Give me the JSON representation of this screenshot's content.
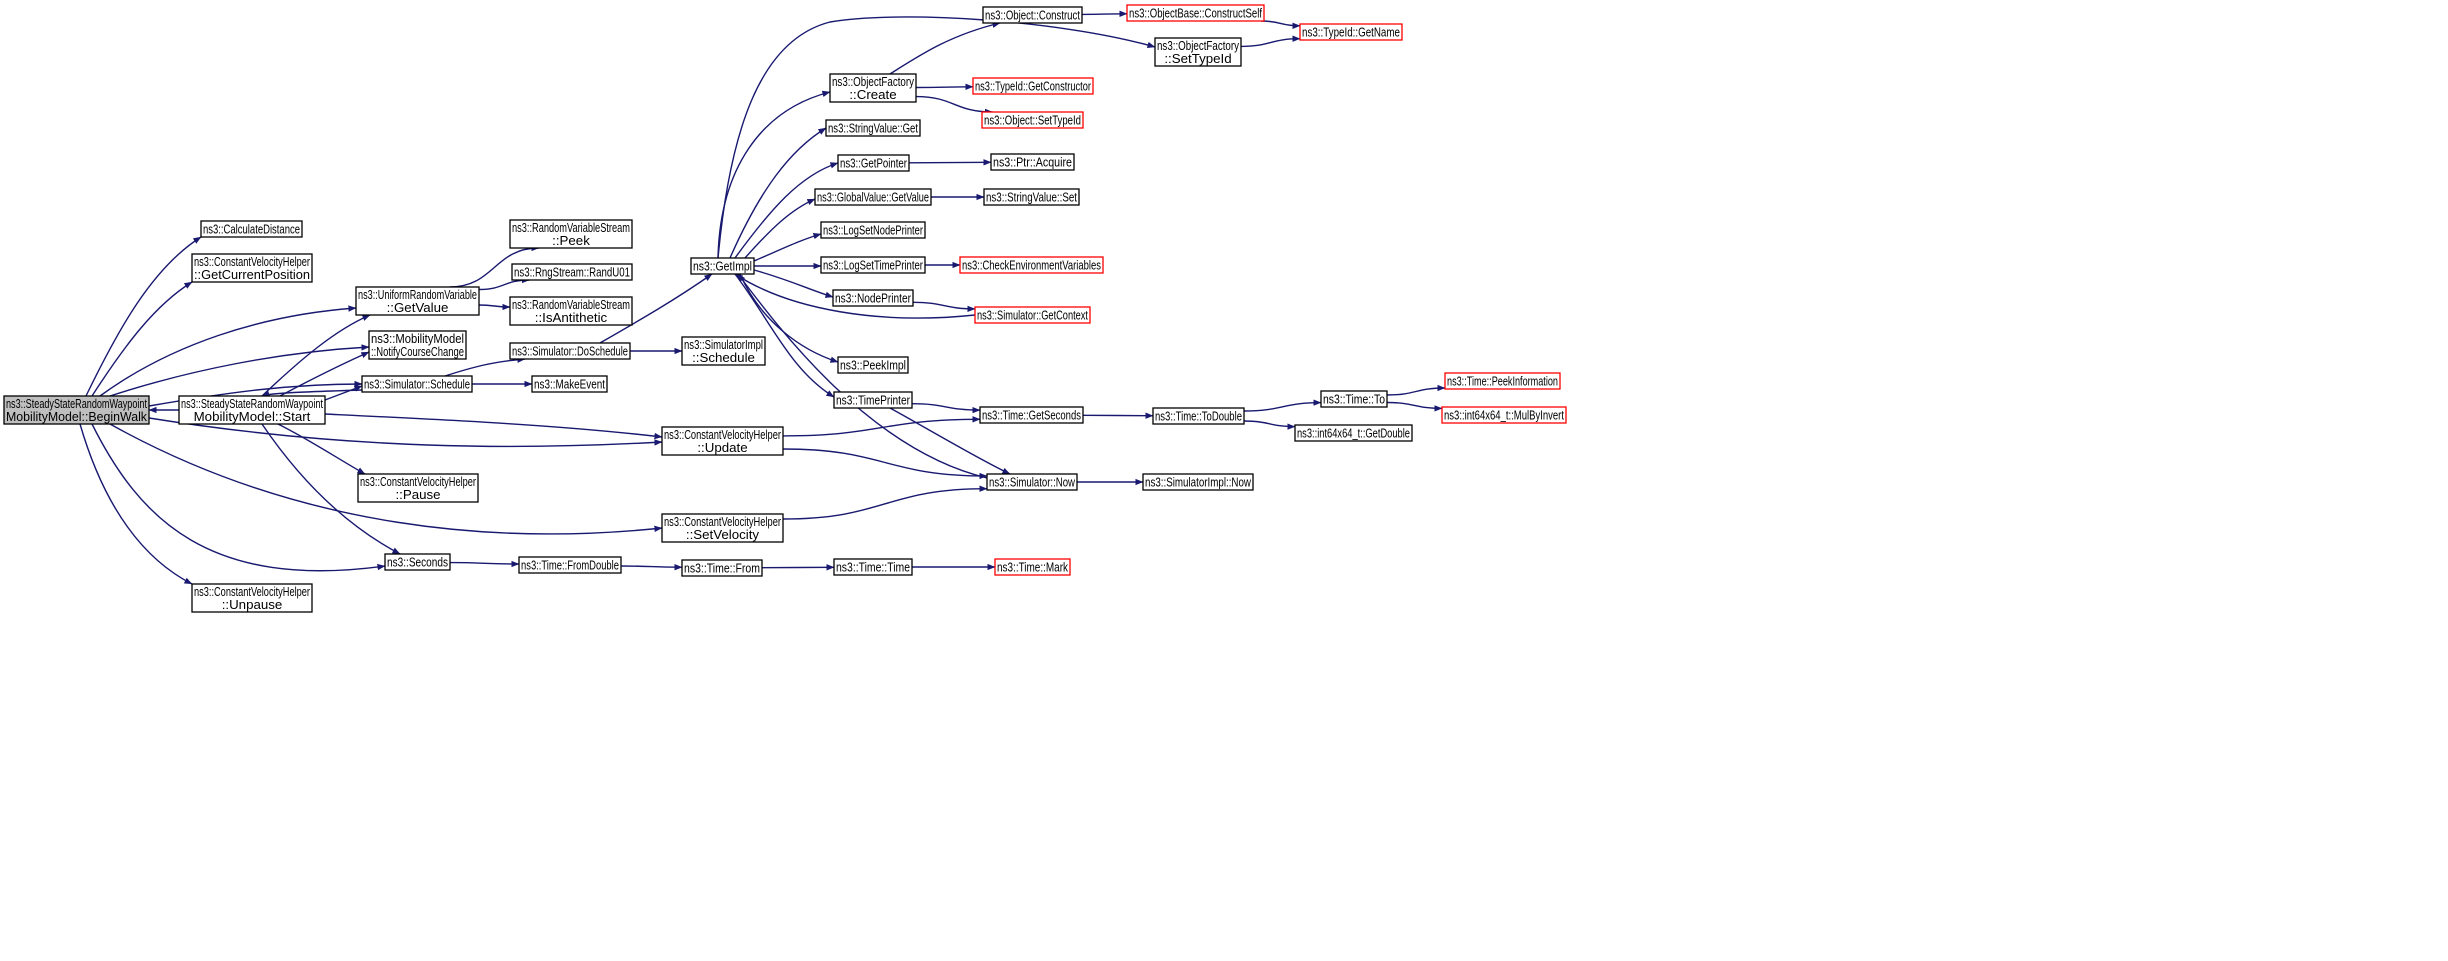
{
  "diagram": {
    "type": "call-graph",
    "edge_color": "#191970",
    "external_node_border_color": "#ff0000",
    "highlight_fill": "#bfbfbf",
    "nodes": [
      {
        "id": "beginwalk",
        "lines": [
          "ns3::SteadyStateRandomWaypoint",
          "MobilityModel::BeginWalk"
        ],
        "style": "highlight"
      },
      {
        "id": "start",
        "lines": [
          "ns3::SteadyStateRandomWaypoint",
          "MobilityModel::Start"
        ]
      },
      {
        "id": "calcdist",
        "lines": [
          "ns3::CalculateDistance"
        ]
      },
      {
        "id": "cvh_getcurpos",
        "lines": [
          "ns3::ConstantVelocityHelper",
          "::GetCurrentPosition"
        ]
      },
      {
        "id": "urv_getvalue",
        "lines": [
          "ns3::UniformRandomVariable",
          "::GetValue"
        ]
      },
      {
        "id": "mm_notify",
        "lines": [
          "ns3::MobilityModel",
          "::NotifyCourseChange"
        ]
      },
      {
        "id": "sim_schedule",
        "lines": [
          "ns3::Simulator::Schedule"
        ]
      },
      {
        "id": "cvh_pause",
        "lines": [
          "ns3::ConstantVelocityHelper",
          "::Pause"
        ]
      },
      {
        "id": "seconds",
        "lines": [
          "ns3::Seconds"
        ]
      },
      {
        "id": "cvh_unpause",
        "lines": [
          "ns3::ConstantVelocityHelper",
          "::Unpause"
        ]
      },
      {
        "id": "rvs_peek",
        "lines": [
          "ns3::RandomVariableStream",
          "::Peek"
        ]
      },
      {
        "id": "rng_randu01",
        "lines": [
          "ns3::RngStream::RandU01"
        ]
      },
      {
        "id": "rvs_isanti",
        "lines": [
          "ns3::RandomVariableStream",
          "::IsAntithetic"
        ]
      },
      {
        "id": "sim_doschedule",
        "lines": [
          "ns3::Simulator::DoSchedule"
        ]
      },
      {
        "id": "makeevent",
        "lines": [
          "ns3::MakeEvent"
        ]
      },
      {
        "id": "time_fromdouble",
        "lines": [
          "ns3::Time::FromDouble"
        ]
      },
      {
        "id": "simimpl_schedule",
        "lines": [
          "ns3::SimulatorImpl",
          "::Schedule"
        ]
      },
      {
        "id": "getimpl",
        "lines": [
          "ns3::GetImpl"
        ]
      },
      {
        "id": "cvh_update",
        "lines": [
          "ns3::ConstantVelocityHelper",
          "::Update"
        ]
      },
      {
        "id": "cvh_setvel",
        "lines": [
          "ns3::ConstantVelocityHelper",
          "::SetVelocity"
        ]
      },
      {
        "id": "time_from",
        "lines": [
          "ns3::Time::From"
        ]
      },
      {
        "id": "objfactory_create",
        "lines": [
          "ns3::ObjectFactory",
          "::Create"
        ]
      },
      {
        "id": "stringvalue_get",
        "lines": [
          "ns3::StringValue::Get"
        ]
      },
      {
        "id": "getpointer",
        "lines": [
          "ns3::GetPointer"
        ]
      },
      {
        "id": "globalvalue_getvalue",
        "lines": [
          "ns3::GlobalValue::GetValue"
        ]
      },
      {
        "id": "logsetnodeprinter",
        "lines": [
          "ns3::LogSetNodePrinter"
        ]
      },
      {
        "id": "logsettimeprinter",
        "lines": [
          "ns3::LogSetTimePrinter"
        ]
      },
      {
        "id": "nodeprinter",
        "lines": [
          "ns3::NodePrinter"
        ]
      },
      {
        "id": "peekimpl",
        "lines": [
          "ns3::PeekImpl"
        ]
      },
      {
        "id": "timeprinter",
        "lines": [
          "ns3::TimePrinter"
        ]
      },
      {
        "id": "time_time",
        "lines": [
          "ns3::Time::Time"
        ]
      },
      {
        "id": "object_construct",
        "lines": [
          "ns3::Object::Construct"
        ]
      },
      {
        "id": "typeid_getconstructor",
        "lines": [
          "ns3::TypeId::GetConstructor"
        ],
        "style": "external"
      },
      {
        "id": "object_settypeid",
        "lines": [
          "ns3::Object::SetTypeId"
        ],
        "style": "external"
      },
      {
        "id": "ptr_acquire",
        "lines": [
          "ns3::Ptr::Acquire"
        ]
      },
      {
        "id": "stringvalue_set",
        "lines": [
          "ns3::StringValue::Set"
        ]
      },
      {
        "id": "checkenvvars",
        "lines": [
          "ns3::CheckEnvironmentVariables"
        ],
        "style": "external"
      },
      {
        "id": "sim_getcontext",
        "lines": [
          "ns3::Simulator::GetContext"
        ],
        "style": "external"
      },
      {
        "id": "time_getseconds",
        "lines": [
          "ns3::Time::GetSeconds"
        ]
      },
      {
        "id": "sim_now",
        "lines": [
          "ns3::Simulator::Now"
        ]
      },
      {
        "id": "time_mark",
        "lines": [
          "ns3::Time::Mark"
        ],
        "style": "external"
      },
      {
        "id": "objectbase_constructself",
        "lines": [
          "ns3::ObjectBase::ConstructSelf"
        ],
        "style": "external"
      },
      {
        "id": "objfactory_settypeid",
        "lines": [
          "ns3::ObjectFactory",
          "::SetTypeId"
        ]
      },
      {
        "id": "time_todouble",
        "lines": [
          "ns3::Time::ToDouble"
        ]
      },
      {
        "id": "simimpl_now",
        "lines": [
          "ns3::SimulatorImpl::Now"
        ]
      },
      {
        "id": "typeid_getname",
        "lines": [
          "ns3::TypeId::GetName"
        ],
        "style": "external"
      },
      {
        "id": "time_to",
        "lines": [
          "ns3::Time::To"
        ]
      },
      {
        "id": "int64_getdouble",
        "lines": [
          "ns3::int64x64_t::GetDouble"
        ]
      },
      {
        "id": "time_peekinfo",
        "lines": [
          "ns3::Time::PeekInformation"
        ],
        "style": "external"
      },
      {
        "id": "int64_mulbyinvert",
        "lines": [
          "ns3::int64x64_t::MulByInvert"
        ],
        "style": "external"
      }
    ],
    "edges": [
      {
        "from": "beginwalk",
        "to": "calcdist"
      },
      {
        "from": "beginwalk",
        "to": "cvh_getcurpos"
      },
      {
        "from": "beginwalk",
        "to": "urv_getvalue"
      },
      {
        "from": "beginwalk",
        "to": "mm_notify"
      },
      {
        "from": "beginwalk",
        "to": "sim_schedule"
      },
      {
        "from": "beginwalk",
        "to": "seconds"
      },
      {
        "from": "beginwalk",
        "to": "cvh_unpause"
      },
      {
        "from": "beginwalk",
        "to": "cvh_update"
      },
      {
        "from": "beginwalk",
        "to": "cvh_setvel"
      },
      {
        "from": "start",
        "to": "beginwalk"
      },
      {
        "from": "start",
        "to": "urv_getvalue"
      },
      {
        "from": "start",
        "to": "mm_notify"
      },
      {
        "from": "start",
        "to": "sim_schedule"
      },
      {
        "from": "start",
        "to": "cvh_pause"
      },
      {
        "from": "start",
        "to": "seconds"
      },
      {
        "from": "start",
        "to": "cvh_update"
      },
      {
        "from": "sim_schedule",
        "to": "start"
      },
      {
        "from": "urv_getvalue",
        "to": "rvs_peek"
      },
      {
        "from": "urv_getvalue",
        "to": "rng_randu01"
      },
      {
        "from": "urv_getvalue",
        "to": "rvs_isanti"
      },
      {
        "from": "sim_schedule",
        "to": "sim_doschedule"
      },
      {
        "from": "sim_schedule",
        "to": "makeevent"
      },
      {
        "from": "seconds",
        "to": "time_fromdouble"
      },
      {
        "from": "sim_doschedule",
        "to": "simimpl_schedule"
      },
      {
        "from": "sim_doschedule",
        "to": "getimpl"
      },
      {
        "from": "time_fromdouble",
        "to": "time_from"
      },
      {
        "from": "cvh_update",
        "to": "time_getseconds"
      },
      {
        "from": "cvh_update",
        "to": "sim_now"
      },
      {
        "from": "cvh_setvel",
        "to": "sim_now"
      },
      {
        "from": "time_from",
        "to": "time_time"
      },
      {
        "from": "getimpl",
        "to": "objfactory_create"
      },
      {
        "from": "getimpl",
        "to": "stringvalue_get"
      },
      {
        "from": "getimpl",
        "to": "getpointer"
      },
      {
        "from": "getimpl",
        "to": "globalvalue_getvalue"
      },
      {
        "from": "getimpl",
        "to": "logsetnodeprinter"
      },
      {
        "from": "getimpl",
        "to": "logsettimeprinter"
      },
      {
        "from": "getimpl",
        "to": "nodeprinter"
      },
      {
        "from": "getimpl",
        "to": "peekimpl"
      },
      {
        "from": "getimpl",
        "to": "timeprinter"
      },
      {
        "from": "getimpl",
        "to": "objfactory_settypeid"
      },
      {
        "from": "sim_getcontext",
        "to": "getimpl"
      },
      {
        "from": "sim_now",
        "to": "getimpl"
      },
      {
        "from": "objfactory_create",
        "to": "object_construct"
      },
      {
        "from": "objfactory_create",
        "to": "typeid_getconstructor"
      },
      {
        "from": "objfactory_create",
        "to": "object_settypeid"
      },
      {
        "from": "getpointer",
        "to": "ptr_acquire"
      },
      {
        "from": "globalvalue_getvalue",
        "to": "stringvalue_set"
      },
      {
        "from": "logsettimeprinter",
        "to": "checkenvvars"
      },
      {
        "from": "nodeprinter",
        "to": "sim_getcontext"
      },
      {
        "from": "timeprinter",
        "to": "time_getseconds"
      },
      {
        "from": "timeprinter",
        "to": "sim_now"
      },
      {
        "from": "time_time",
        "to": "time_mark"
      },
      {
        "from": "object_construct",
        "to": "objectbase_constructself"
      },
      {
        "from": "objectbase_constructself",
        "to": "typeid_getname"
      },
      {
        "from": "objfactory_settypeid",
        "to": "typeid_getname"
      },
      {
        "from": "time_getseconds",
        "to": "time_todouble"
      },
      {
        "from": "sim_now",
        "to": "simimpl_now"
      },
      {
        "from": "time_todouble",
        "to": "time_to"
      },
      {
        "from": "time_todouble",
        "to": "int64_getdouble"
      },
      {
        "from": "time_to",
        "to": "time_peekinfo"
      },
      {
        "from": "time_to",
        "to": "int64_mulbyinvert"
      }
    ]
  }
}
